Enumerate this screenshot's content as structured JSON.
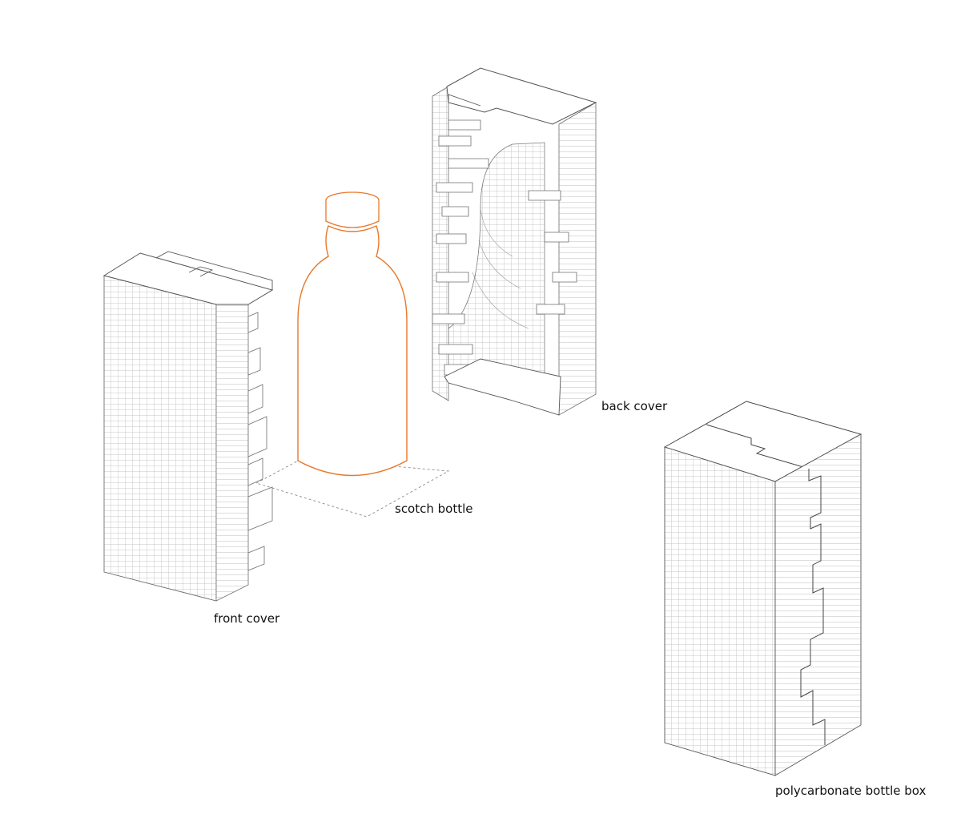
{
  "labels": {
    "back_cover": "back cover",
    "scotch_bottle": "scotch bottle",
    "front_cover": "front cover",
    "bottle_box": "polycarbonate bottle box"
  },
  "colors": {
    "line": "#6e6e6e",
    "grid": "#b9b9b9",
    "bottle": "#e8782a",
    "dash": "#8a8a8a"
  }
}
